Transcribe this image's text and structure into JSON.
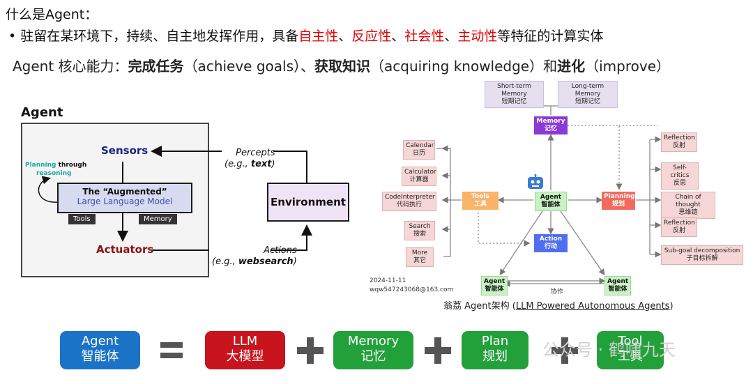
{
  "header": {
    "title": "什么是Agent：",
    "bullet_prefix": "•  驻留在某环境下，持续、自主地发挥作用，具备",
    "trait1": "自主性",
    "sep1": "、",
    "trait2": "反应性",
    "sep2": "、",
    "trait3": "社会性",
    "sep3": "、",
    "trait4": "主动性",
    "bullet_suffix": "等特征的计算实体",
    "capab_prefix": "Agent 核心能力：",
    "cap1": "完成任务",
    "cap1_en": "（achieve goals）、",
    "cap2": "获取知识",
    "cap2_en": "（acquiring knowledge）和",
    "cap3": "进化",
    "cap3_en": "（improve）"
  },
  "agent_diagram": {
    "label": "Agent",
    "sensors": "Sensors",
    "planning_a": "Planning",
    "planning_b": " through",
    "planning_c": "reasoning",
    "llm_line1": "The “Augmented”",
    "llm_line2": "Large Language Model",
    "tools": "Tools",
    "memory": "Memory",
    "actuators": "Actuators",
    "percepts": "Percepts",
    "percepts_eg_a": "(e.g., ",
    "percepts_eg_b": "text",
    "percepts_eg_c": ")",
    "actions": "Actions",
    "actions_eg_a": "(e.g., ",
    "actions_eg_b": "websearch",
    "actions_eg_c": ")",
    "environment": "Environment"
  },
  "architecture": {
    "stm_en": "Short-term Memory",
    "stm_zh": "短期记忆",
    "ltm_en": "Long-term Memory",
    "ltm_zh": "短期记忆",
    "memory_en": "Memory",
    "memory_zh": "记忆",
    "tools_list": [
      {
        "en": "Calendar",
        "zh": "日历"
      },
      {
        "en": "Calculator",
        "zh": "计算器"
      },
      {
        "en": "CodeInterpreter",
        "zh": "代码执行"
      },
      {
        "en": "Search",
        "zh": "搜索"
      },
      {
        "en": "More",
        "zh": "其它"
      }
    ],
    "tools_en": "Tools",
    "tools_zh": "工具",
    "agent_en": "Agent",
    "agent_zh": "智能体",
    "planning_en": "Planning",
    "planning_zh": "规划",
    "planning_list": [
      {
        "en": "Reflection",
        "zh": "反射"
      },
      {
        "en": "Self-critics",
        "zh": "反思"
      },
      {
        "en": "Chain of thought",
        "zh": "思维链"
      },
      {
        "en": "Reflection",
        "zh": "反射"
      },
      {
        "en": "Sub-goal decomposition",
        "zh": "子目标拆解"
      }
    ],
    "action_en": "Action",
    "action_zh": "行动",
    "collab": "协作",
    "date": "2024-11-11",
    "email": "wqw547243068@163.com",
    "caption_prefix": "翁荔 Agent架构 (",
    "caption_link": "LLM Powered Autonomous Agents",
    "caption_suffix": ")"
  },
  "formula": {
    "agent_en": "Agent",
    "agent_zh": "智能体",
    "llm_en": "LLM",
    "llm_zh": "大模型",
    "memory_en": "Memory",
    "memory_zh": "记忆",
    "plan_en": "Plan",
    "plan_zh": "规划",
    "tool_en": "Tool",
    "tool_zh": "工具",
    "watermark": "公众号 · 鹤啸九天"
  },
  "colors": {
    "red_text": "#e00000",
    "formula_blue": "#1b73c7",
    "formula_red": "#c8141c",
    "formula_green": "#22a13a",
    "memory_node": "#8a3ad8",
    "tools_node": "#f7b46a",
    "planning_node": "#f26a5f",
    "action_node": "#4f6ff0",
    "agent_node": "#c9f2c4"
  }
}
